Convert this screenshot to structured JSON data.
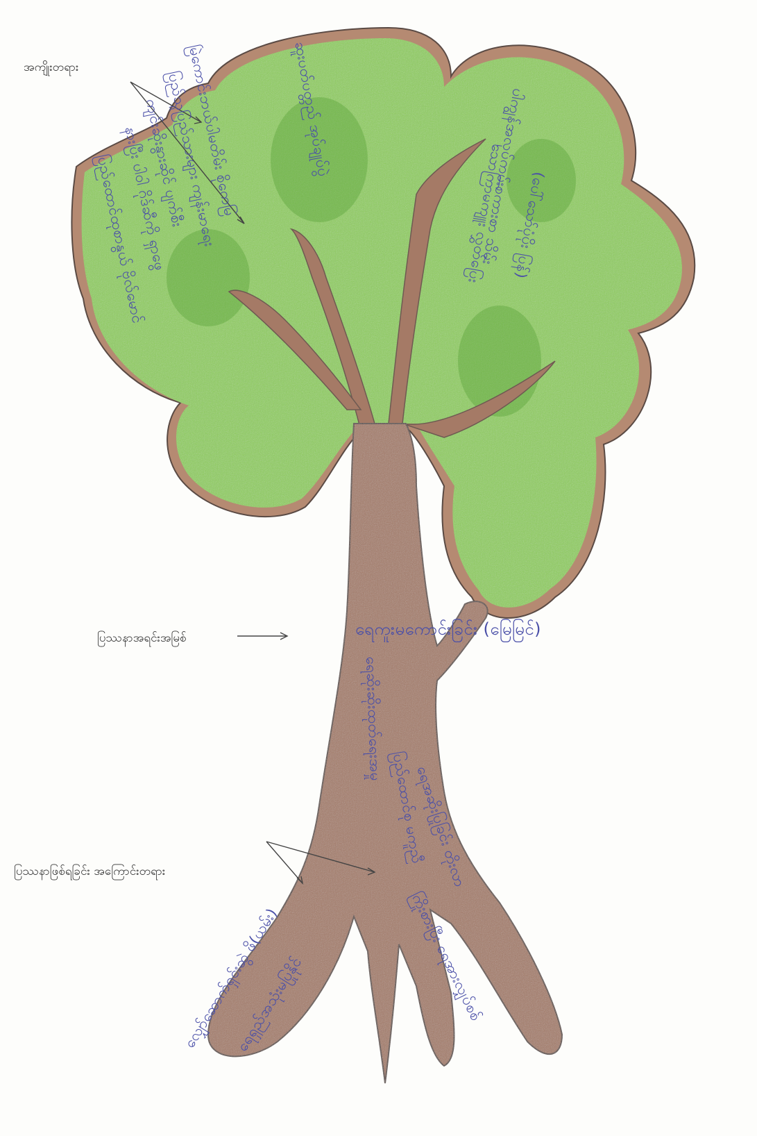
{
  "labels": {
    "fruits": "အကျိုးတရား",
    "core_problem": "ပြဿနာအရင်းအမြစ်",
    "causes": "ပြဿနာဖြစ်ရခြင်း အကြောင်းတရား"
  },
  "handwriting": {
    "core_problem": "ရေကူးမကောင်းခြင်း (မြေမြင်)",
    "fruit_1": "မြဲကောင်းဘယ်ပါမတိမ်း စိုကေမြ",
    "fruit_2": "ပြည်သူပြည်သားများ ကျန်းမာရေး",
    "fruit_3": "ကျင်းဆိုးနွားဆိုင် ပျက်စီး",
    "fruit_4": "နားပြီး ပါဝါ ဂိုဒ်ဆီကို ရှာဖွေ",
    "fruit_5": "ပြည်ထောင်ထုစာနွယ် ဗိုလ်မောင်",
    "fruit_6": "ဆူးပတ်ပတ္တည် အုပ်ချုပ်ပွဲ",
    "fruit_7": "ပါကျွန်အလုပ်ကမ်းစကားစာ သိမ်း",
    "fruit_8": "သောကြာမကျူး လွှတ်ပြေး",
    "fruit_9": "(ပေါ်သော်ပုံပိုး ပြန်)",
    "cause_1": "လျှော်ဆောက်ရှင်းဆွဲ ဖိ(ယမ်း)",
    "cause_2": "ရေရှည်အသုံးမပြုနိုင်",
    "cause_3": "ရေဆိုးဆိုးထုတ်ရေးအမှု",
    "cause_4": "ပြည်ထောင်စု မကူညီ",
    "cause_5": "ရေအဆိုးပြုခြင်း တိုးလာ",
    "cause_6": "ကြိုးစားပြီး ရေအားလျှပ်စစ်"
  },
  "colors": {
    "foliage": "#8fcf5a",
    "foliage_dark": "#4e9a2e",
    "trunk": "#a57a66",
    "trunk_outline": "#8b6a5c",
    "ink": "#4a4fa8",
    "printed": "#333333"
  }
}
